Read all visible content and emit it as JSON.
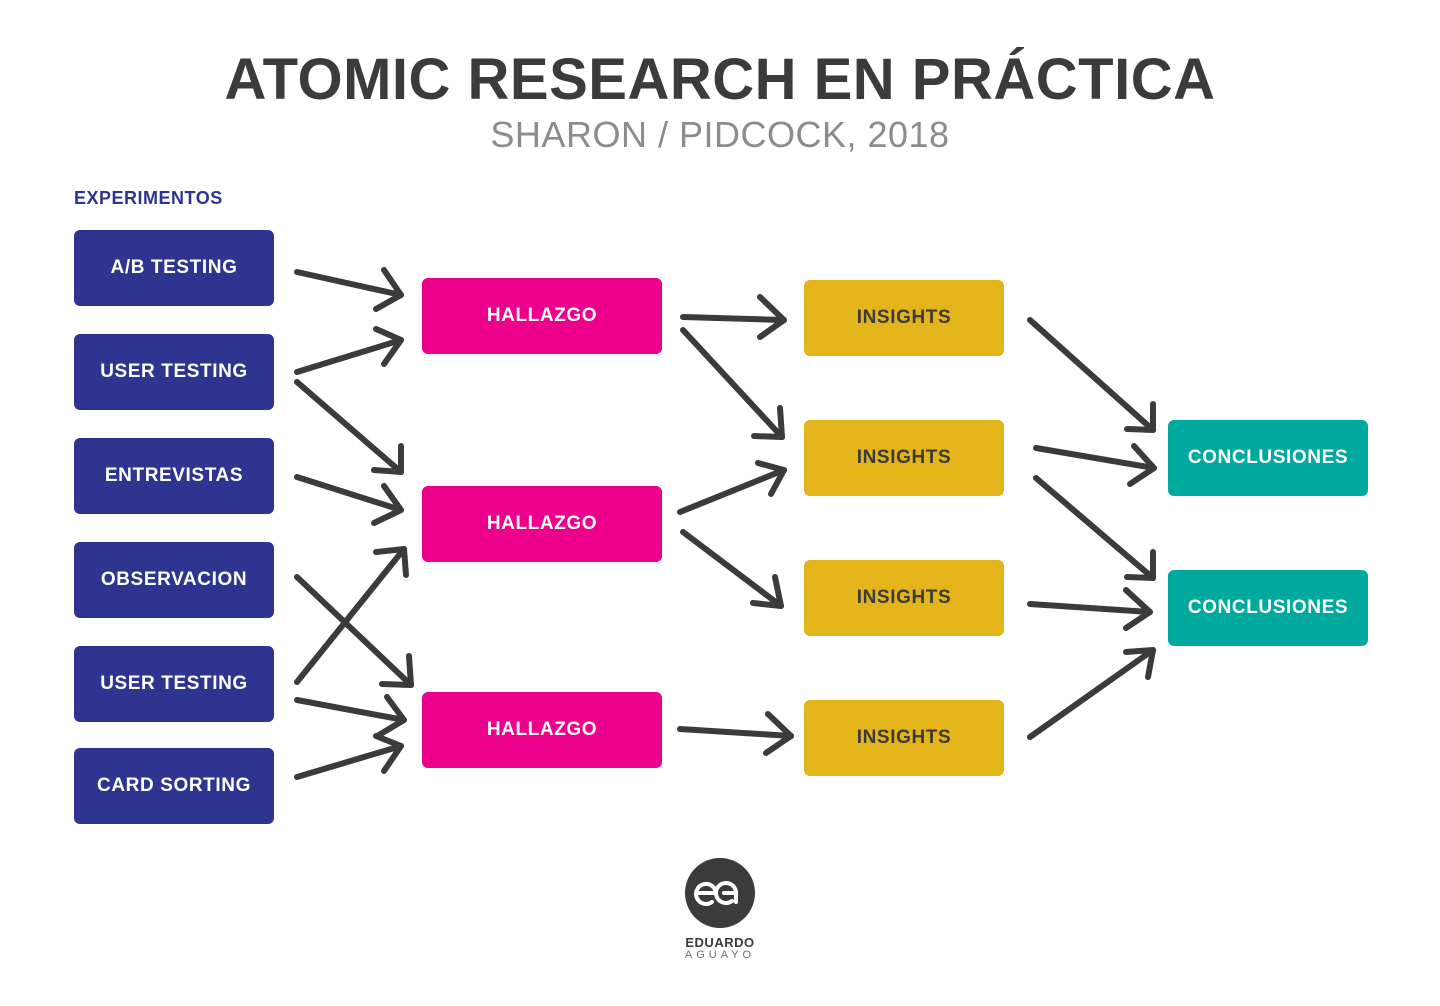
{
  "header": {
    "title": "ATOMIC RESEARCH EN PRÁCTICA",
    "subtitle": "SHARON / PIDCOCK, 2018"
  },
  "section_label": "EXPERIMENTOS",
  "experiments": [
    "A/B TESTING",
    "USER TESTING",
    "ENTREVISTAS",
    "OBSERVACION",
    "USER TESTING",
    "CARD SORTING"
  ],
  "findings": [
    "HALLAZGO",
    "HALLAZGO",
    "HALLAZGO"
  ],
  "insights": [
    "INSIGHTS",
    "INSIGHTS",
    "INSIGHTS",
    "INSIGHTS"
  ],
  "conclusions": [
    "CONCLUSIONES",
    "CONCLUSIONES"
  ],
  "logo": {
    "mark": "ea",
    "name": "EDUARDO",
    "surname": "AGUAYO"
  },
  "colors": {
    "experiments": "#2e3590",
    "findings": "#ec008c",
    "insights": "#e4b41b",
    "conclusions": "#00a99d",
    "arrows": "#3b3b3b",
    "title": "#3b3b3b",
    "subtitle": "#8c8c8c"
  },
  "connections": [
    {
      "from": "experiments.0",
      "to": "findings.0"
    },
    {
      "from": "experiments.1",
      "to": "findings.0"
    },
    {
      "from": "experiments.1",
      "to": "findings.1"
    },
    {
      "from": "experiments.2",
      "to": "findings.1"
    },
    {
      "from": "experiments.3",
      "to": "findings.2"
    },
    {
      "from": "experiments.4",
      "to": "findings.1"
    },
    {
      "from": "experiments.4",
      "to": "findings.2"
    },
    {
      "from": "experiments.5",
      "to": "findings.2"
    },
    {
      "from": "findings.0",
      "to": "insights.0"
    },
    {
      "from": "findings.0",
      "to": "insights.1"
    },
    {
      "from": "findings.1",
      "to": "insights.1"
    },
    {
      "from": "findings.1",
      "to": "insights.2"
    },
    {
      "from": "findings.2",
      "to": "insights.3"
    },
    {
      "from": "insights.0",
      "to": "conclusions.0"
    },
    {
      "from": "insights.1",
      "to": "conclusions.0"
    },
    {
      "from": "insights.1",
      "to": "conclusions.1"
    },
    {
      "from": "insights.2",
      "to": "conclusions.1"
    },
    {
      "from": "insights.3",
      "to": "conclusions.1"
    }
  ]
}
